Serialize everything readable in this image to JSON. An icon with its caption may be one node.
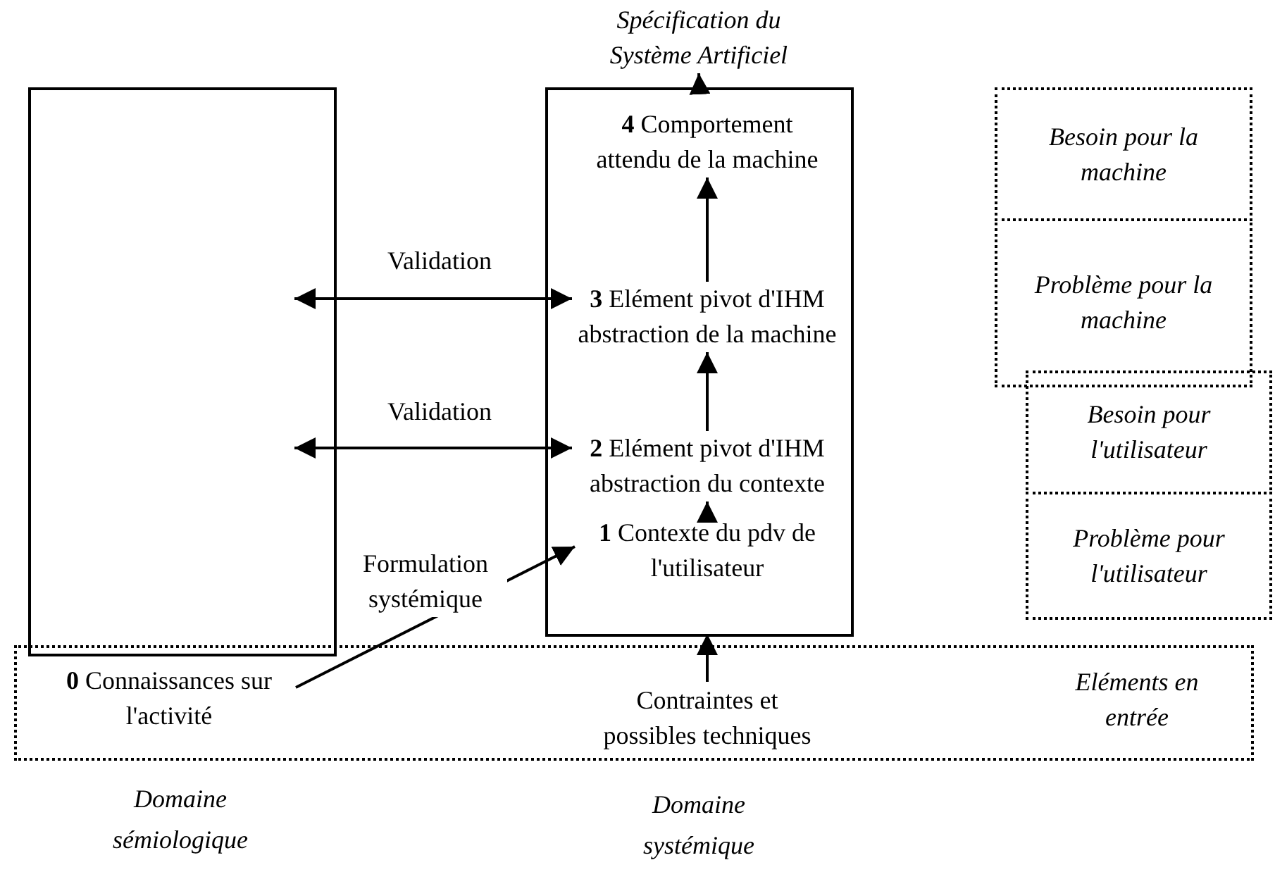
{
  "diagram": {
    "nodes": [
      {
        "text": [],
        "shape": "box"
      },
      {
        "text": [],
        "shape": "box"
      },
      {
        "text": [
          "**4** Comportement attendu de la machine"
        ],
        "in": 1
      },
      {
        "text": [
          "**3** Elément pivot d'IHM abstraction de la machine"
        ],
        "in": 1
      },
      {
        "text": [
          "**2** Elément pivot d'IHM abstraction du contexte"
        ],
        "in": 1
      },
      {
        "text": [
          "**1** Contexte du pdv de l'utilisateur"
        ],
        "in": 1
      },
      {
        "text": [
          "Spécification du Système Artificiel"
        ]
      },
      {
        "text": [
          "Eléments en entrée"
        ]
      },
      {
        "text": [
          "**0** Connaissances sur l'activité"
        ],
        "in": 7
      },
      {
        "text": [
          "Contraintes et possibles techniques"
        ],
        "in": 7
      },
      {
        "text": [
          "Besoin pour la machine"
        ]
      },
      {
        "text": [
          "Problème pour la machine"
        ]
      },
      {
        "text": [
          "Besoin pour l'utilisateur"
        ]
      },
      {
        "text": [
          "Problème pour l'utilisateur"
        ]
      }
    ],
    "edges": [
      {
        "from": 1,
        "to": 6,
        "arrow": "to"
      },
      {
        "from": 3,
        "to": 2,
        "arrow": "to"
      },
      {
        "from": 4,
        "to": 3,
        "arrow": "to"
      },
      {
        "from": 5,
        "to": 4,
        "arrow": "to"
      },
      {
        "from": 9,
        "to": 5,
        "arrow": "to"
      },
      {
        "from": 8,
        "to": 5,
        "arrow": "to",
        "label": "Formulation systémique"
      },
      {
        "from": 0,
        "to": 3,
        "arrow": "both",
        "label": "Validation"
      },
      {
        "from": 0,
        "to": 4,
        "arrow": "both",
        "label": "Validation"
      }
    ],
    "labels": [
      "Domaine sémiologique",
      "Domaine systémique"
    ]
  }
}
